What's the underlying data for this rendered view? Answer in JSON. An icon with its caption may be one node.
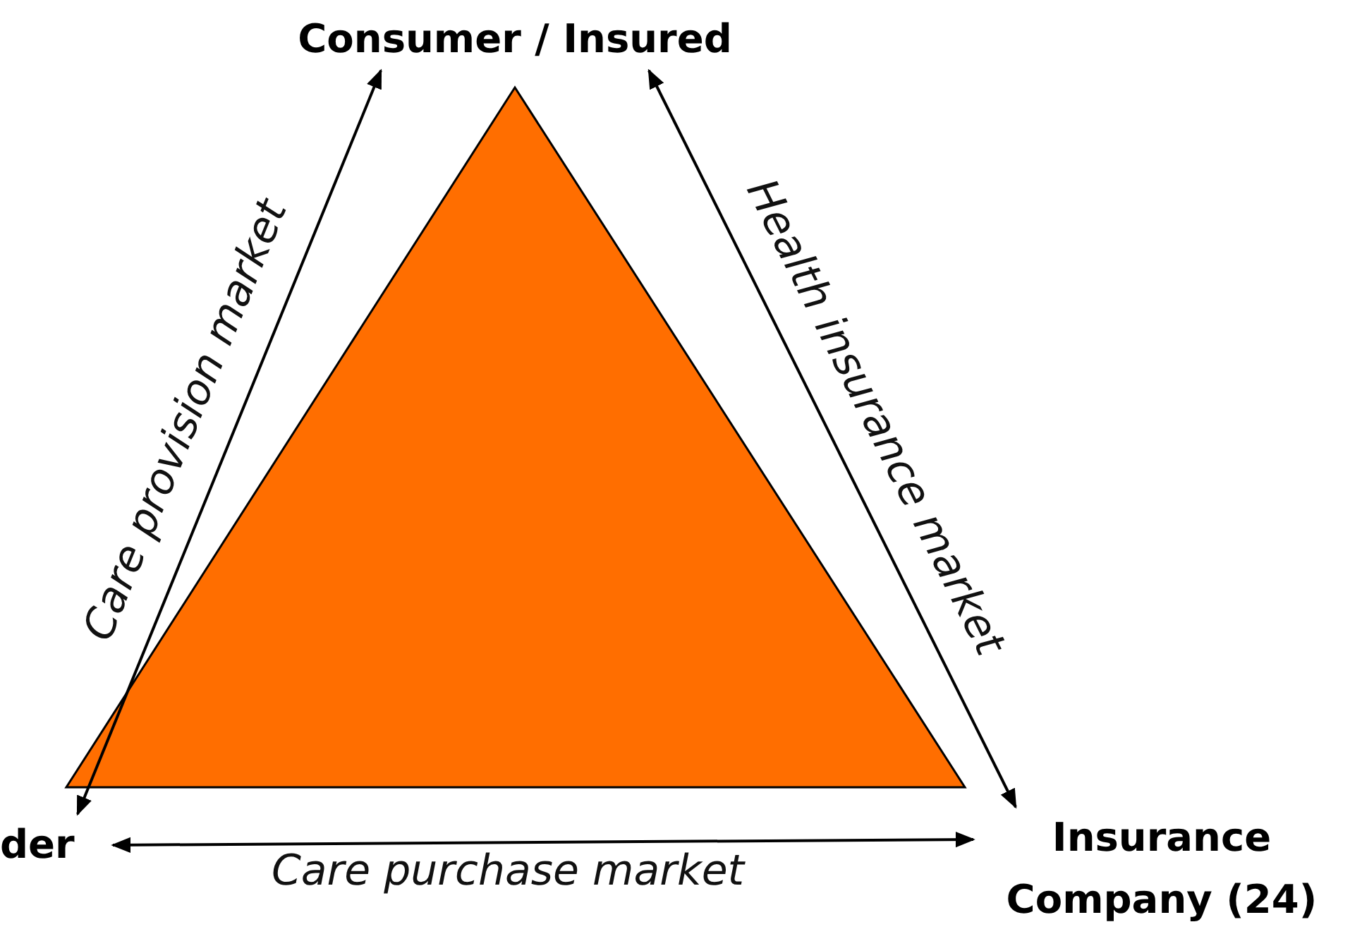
{
  "diagram": {
    "nodes": [
      {
        "text": [
          "Consumer / Insured"
        ]
      },
      {
        "text": [
          "der"
        ]
      },
      {
        "text": [
          "Insurance Company (24)"
        ]
      }
    ],
    "edges": [
      {
        "from": 0,
        "to": 1,
        "arrow": "both",
        "label": "Care provision market"
      },
      {
        "from": 0,
        "to": 2,
        "arrow": "both",
        "label": "Health insurance market"
      },
      {
        "from": 1,
        "to": 2,
        "arrow": "both",
        "label": "Care purchase market"
      }
    ]
  }
}
